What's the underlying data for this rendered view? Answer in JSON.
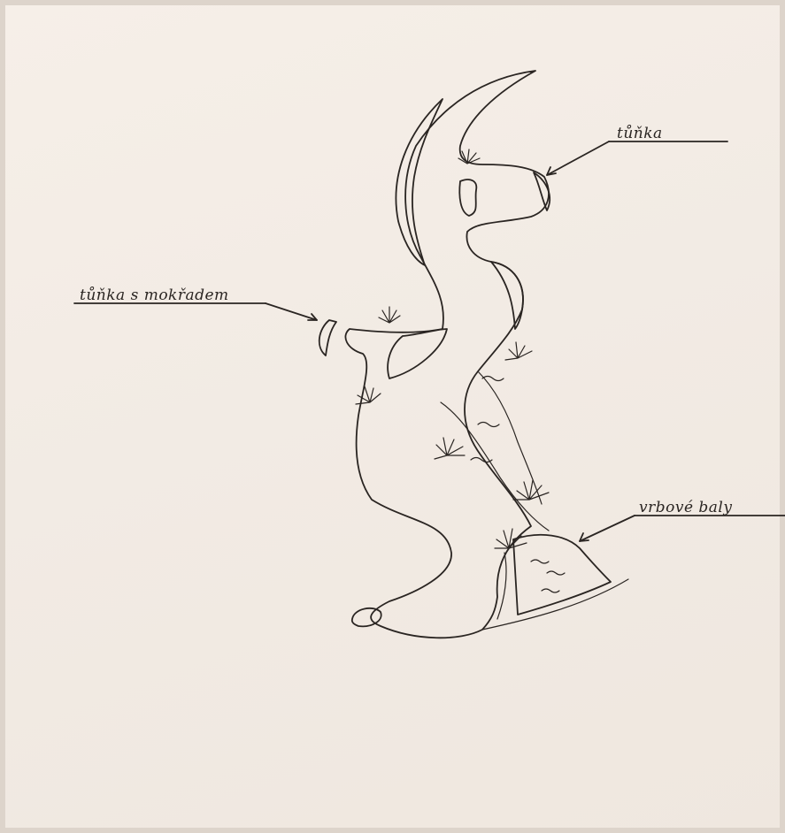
{
  "labels": {
    "pool": "tůňka",
    "pool_wetland": "tůňka s mokřadem",
    "willow_bales": "vrbové baly"
  },
  "colors": {
    "paper": "#f3ece5",
    "ink": "#2a2522",
    "water_shading": "#c9c3be"
  },
  "icons": [
    "willow-shrub-icon",
    "stone-icon",
    "water-ripple-icon"
  ]
}
